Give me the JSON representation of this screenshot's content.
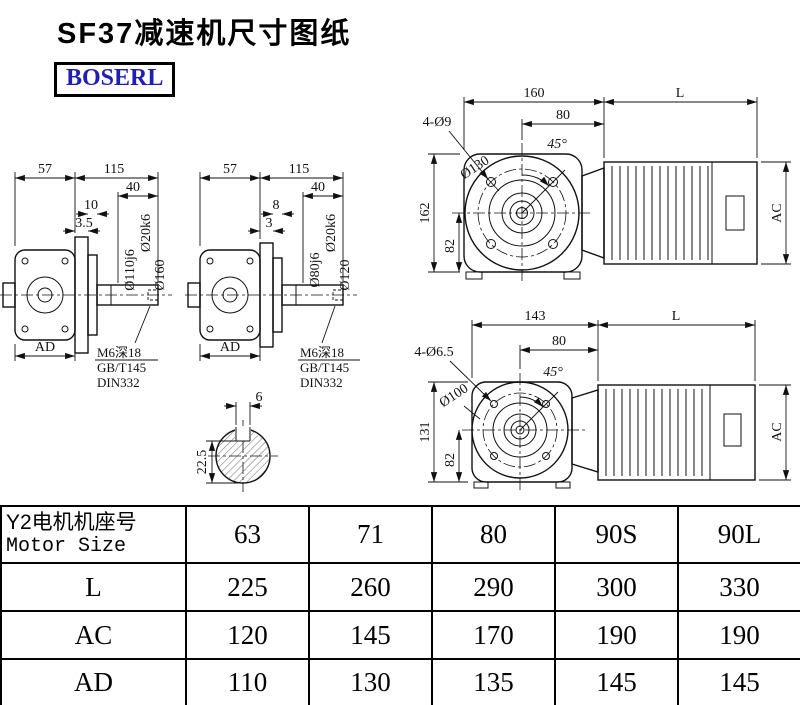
{
  "title": "SF37减速机尺寸图纸",
  "brand": "BOSERL",
  "views": {
    "side1": {
      "w57": "57",
      "w115": "115",
      "w40": "40",
      "w10": "10",
      "w35": "3.5",
      "shaft_dia": "Ø20k6",
      "pilot_dia": "Ø110j6",
      "flange_dia": "Ø160",
      "ad": "AD",
      "note1": "M6深18",
      "note2": "GB/T145",
      "note3": "DIN332"
    },
    "side2": {
      "w57": "57",
      "w115": "115",
      "w40": "40",
      "w8": "8",
      "w3": "3",
      "shaft_dia": "Ø20k6",
      "pilot_dia": "Ø80j6",
      "flange_dia": "Ø120",
      "ad": "AD",
      "note1": "M6深18",
      "note2": "GB/T145",
      "note3": "DIN332"
    },
    "section": {
      "key_w": "6",
      "depth": "22.5"
    },
    "front1": {
      "w160": "160",
      "L": "L",
      "w80": "80",
      "holes": "4-Ø9",
      "angle": "45°",
      "dia": "Ø130",
      "h162": "162",
      "h82": "82",
      "ac": "AC"
    },
    "front2": {
      "w143": "143",
      "L": "L",
      "w80": "80",
      "holes": "4-Ø6.5",
      "angle": "45°",
      "dia": "Ø100",
      "h131": "131",
      "h82": "82",
      "ac": "AC"
    }
  },
  "table": {
    "label_cn": "Y2电机机座号",
    "label_en": "Motor Size",
    "cols": [
      "63",
      "71",
      "80",
      "90S",
      "90L"
    ],
    "rows": [
      {
        "label": "L",
        "values": [
          "225",
          "260",
          "290",
          "300",
          "330"
        ]
      },
      {
        "label": "AC",
        "values": [
          "120",
          "145",
          "170",
          "190",
          "190"
        ]
      },
      {
        "label": "AD",
        "values": [
          "110",
          "130",
          "135",
          "145",
          "145"
        ]
      }
    ]
  }
}
